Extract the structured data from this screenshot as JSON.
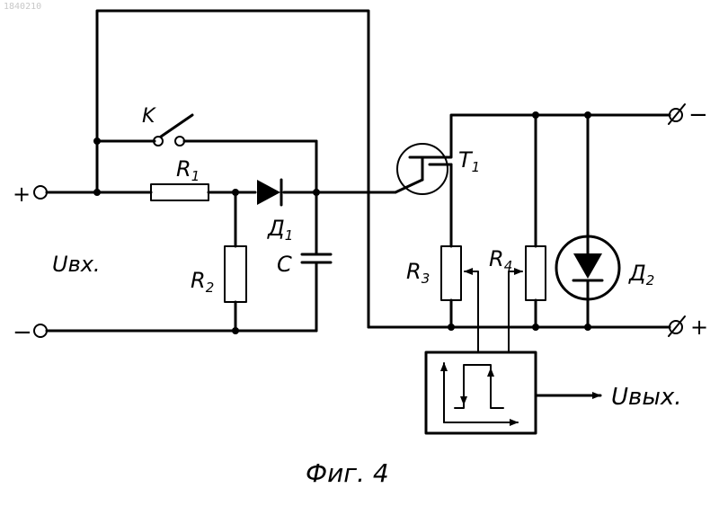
{
  "corner_id": "1840210",
  "labels": {
    "plus_in": "+",
    "minus_in": "−",
    "u_in": "Uвх.",
    "switch": "K",
    "r1": "R",
    "r1_sub": "1",
    "r2": "R",
    "r2_sub": "2",
    "d1": "Д",
    "d1_sub": "1",
    "c": "C",
    "t1": "T",
    "t1_sub": "1",
    "r3": "R",
    "r3_sub": "3",
    "r4": "R",
    "r4_sub": "4",
    "d2": "Д",
    "d2_sub": "2",
    "out_minus": "−",
    "out_plus": "+",
    "u_out": "Uвых.",
    "caption": "Фиг. 4"
  }
}
